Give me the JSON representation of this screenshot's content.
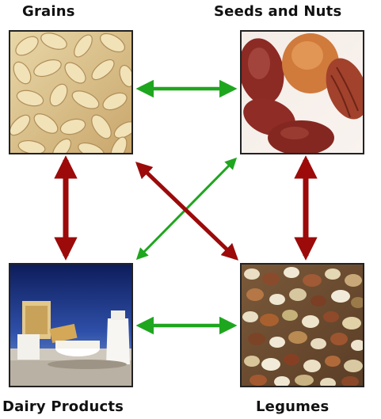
{
  "labels": {
    "grains": "Grains",
    "seeds_and_nuts": "Seeds and Nuts",
    "dairy_products": "Dairy Products",
    "legumes": "Legumes"
  },
  "colors": {
    "green_arrow": "#1fa61f",
    "red_arrow": "#9c0a0a",
    "frame": "#222222"
  },
  "connections": [
    {
      "from": "Grains",
      "to": "Seeds and Nuts",
      "color": "green"
    },
    {
      "from": "Dairy Products",
      "to": "Legumes",
      "color": "green"
    },
    {
      "from": "Seeds and Nuts",
      "to": "Dairy Products",
      "color": "green"
    },
    {
      "from": "Grains",
      "to": "Dairy Products",
      "color": "red"
    },
    {
      "from": "Seeds and Nuts",
      "to": "Legumes",
      "color": "red"
    },
    {
      "from": "Grains",
      "to": "Legumes",
      "color": "red"
    }
  ]
}
